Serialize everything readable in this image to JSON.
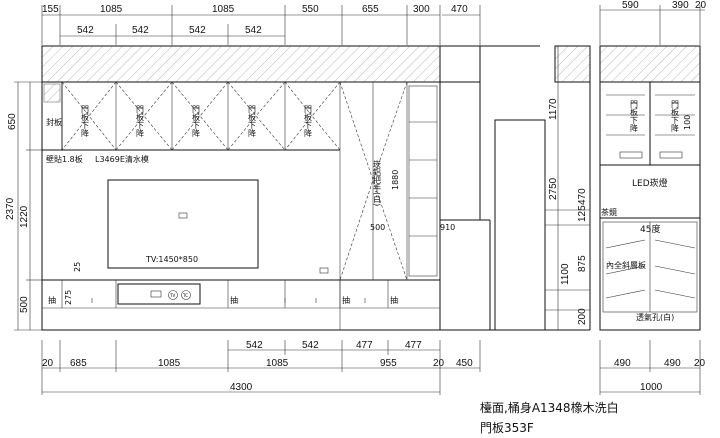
{
  "top_dims": [
    "155",
    "1085",
    "542",
    "542",
    "1085",
    "550",
    "655",
    "300",
    "470",
    "590",
    "390",
    "20"
  ],
  "sub_dims": [
    "542",
    "542"
  ],
  "side_right_dims": [
    "1170",
    "2750",
    "470",
    "125",
    "875",
    "1100",
    "200"
  ],
  "side_left_dims": [
    "650",
    "2370",
    "1220",
    "500"
  ],
  "bottom_dims_row1": [
    "542",
    "542",
    "477",
    "477"
  ],
  "bottom_dims_row2": [
    "20",
    "685",
    "1085",
    "1085",
    "955",
    "20",
    "450",
    "490",
    "490",
    "20"
  ],
  "bottom_total": "4300",
  "bottom_total_right": "1000",
  "labels": {
    "seal_board": "封板",
    "door_down": "門板下降",
    "wall_board": "壁貼1.8板",
    "wall_code": "L3469E清水模",
    "tv": "TV:1450*850",
    "handle": "抽",
    "alu_handle": "崁鋁把手(白)",
    "led": "LED崁燈",
    "mirror": "茶鏡",
    "angle45": "45度",
    "inner_rack": "內全斜層板",
    "vent": "透氣孔(白)",
    "d1880": "1880",
    "d500": "500",
    "d910": "910",
    "d25": "25",
    "d275": "275",
    "d100": "100"
  },
  "notes": {
    "line1": "檯面,桶身A1348橡木洗白",
    "line2": "門板353F"
  }
}
